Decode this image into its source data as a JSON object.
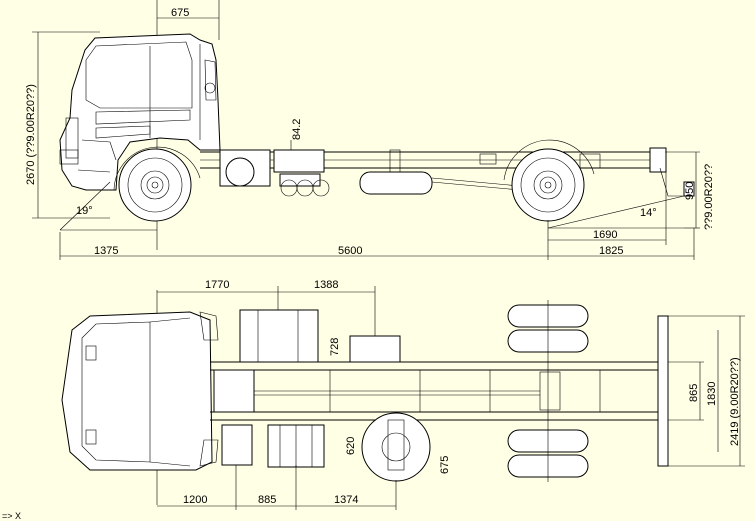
{
  "side_view": {
    "dim_top_675": "675",
    "dim_total_height": "2670 (??9.00R20??)",
    "dim_842": "84.2",
    "dim_front_overhang": "1375",
    "dim_wheelbase": "5600",
    "dim_1690": "1690",
    "dim_rear_overhang": "1825",
    "dim_950": "950",
    "dim_rear_tire": "??9.00R20??",
    "angle_front": "19°",
    "angle_rear": "14°"
  },
  "top_view": {
    "dim_1770": "1770",
    "dim_1388": "1388",
    "dim_728": "728",
    "dim_620": "620",
    "dim_675": "675",
    "dim_865": "865",
    "dim_1830": "1830",
    "dim_2419": "2419 (9.00R20??)",
    "dim_1200": "1200",
    "dim_885": "885",
    "dim_1374": "1374"
  },
  "status": {
    "axis_hint": "=> X"
  }
}
